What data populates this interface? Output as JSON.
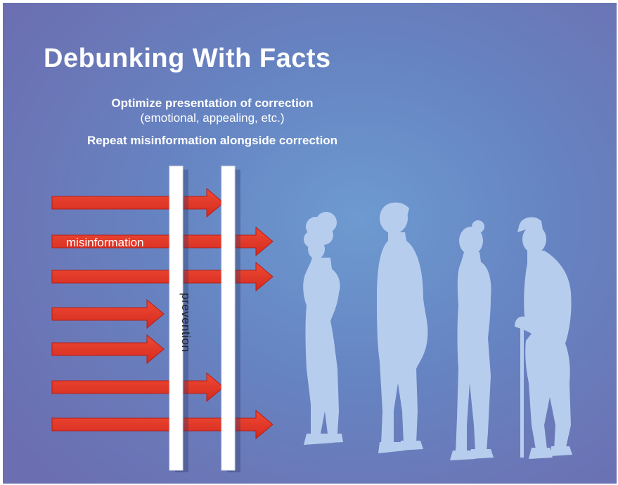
{
  "title": "Debunking With Facts",
  "subtitle": {
    "line1": "Optimize presentation of correction",
    "line2": "(emotional, appealing, etc.)",
    "line3": "Repeat misinformation alongside correction"
  },
  "arrow_label": "misinformation",
  "barrier_label": "prevention",
  "colors": {
    "background": "#6a84c4",
    "arrow": "#e63a2a",
    "barrier": "#ffffff",
    "silhouette": "#b7cdee"
  },
  "icons": [
    "woman-silhouette-icon",
    "man-silhouette-icon",
    "woman-silhouette-icon",
    "elderly-man-with-cane-icon"
  ]
}
